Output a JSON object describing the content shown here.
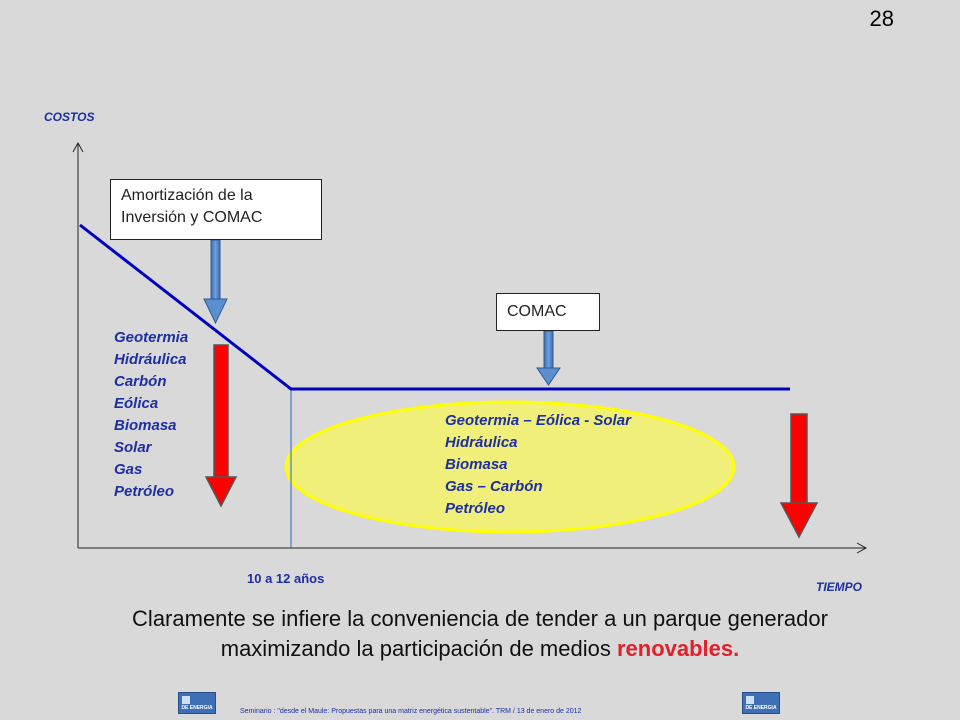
{
  "slide_number": "28",
  "y_axis_label": "COSTOS",
  "x_axis_label": "TIEMPO",
  "period_label": "10 a 12 años",
  "callout_amortization": [
    "Amortización de la",
    "Inversión y COMAC"
  ],
  "callout_comac": "COMAC",
  "early_sources": [
    "Geotermia",
    "Hidráulica",
    "Carbón",
    "Eólica",
    "Biomasa",
    "Solar",
    "Gas",
    "Petróleo"
  ],
  "later_sources": [
    "Geotermia – Eólica - Solar",
    "Hidráulica",
    "Biomasa",
    "Gas – Carbón",
    "Petróleo"
  ],
  "conclusion": {
    "line1": "Claramente se infiere la conveniencia de tender a un parque generador",
    "line2_prefix": "maximizando la participación de medios ",
    "line2_highlight": "renovables."
  },
  "footer": "Seminario : \"desde el Maule: Propuestas para una matriz energética sustentable\".  TRM  /  13 de enero de 2012",
  "logo_text": "DE ENERGIA",
  "colors": {
    "background": "#d9d9d9",
    "cost_line": "#0000c0",
    "text_blue": "#1f2fa0",
    "red_arrow": "#ff0000",
    "ellipse_fill": "#efef7a",
    "ellipse_stroke": "#ffff00",
    "highlight": "#e0202a"
  }
}
